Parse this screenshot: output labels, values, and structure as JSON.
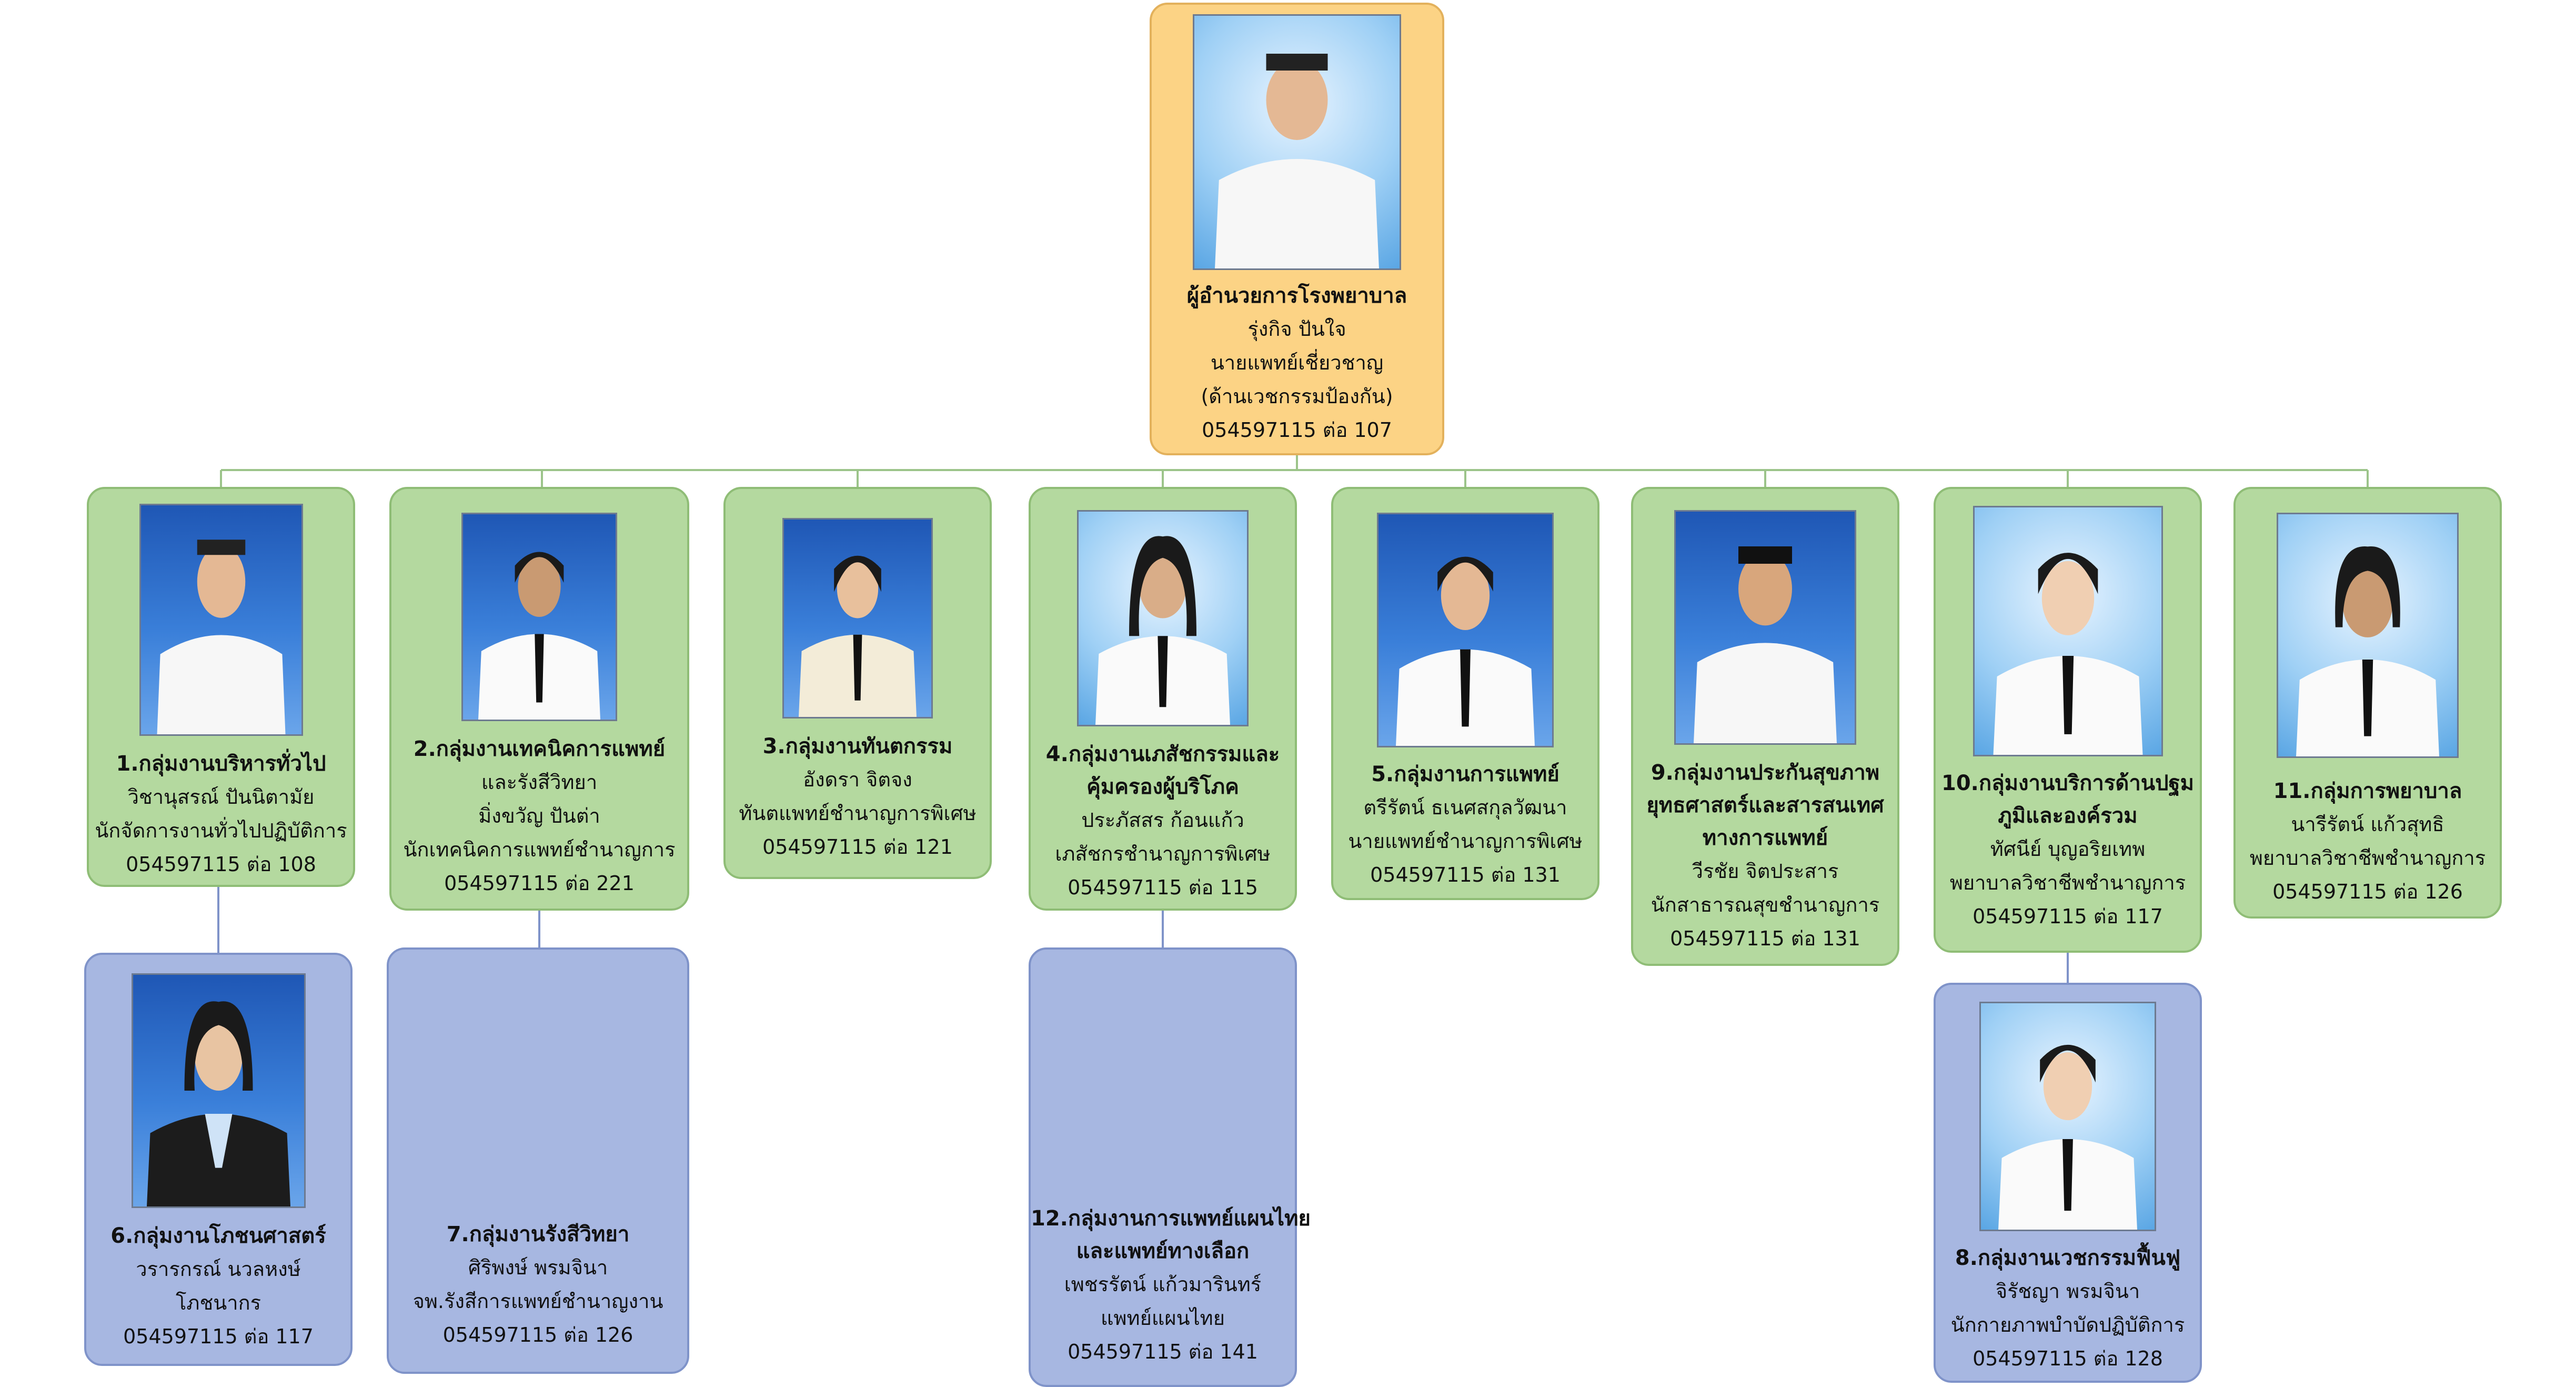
{
  "director": {
    "title": "ผู้อำนวยการโรงพยาบาล",
    "name": "รุ่งกิจ ปันใจ",
    "position": "นายแพทย์เชี่ยวชาญ",
    "field": "(ด้านเวชกรรมป้องกัน)",
    "phone": "054597115 ต่อ 107"
  },
  "groups": [
    {
      "title": "1.กลุ่มงานบริหารทั่วไป",
      "lines": [
        "วิชานุสรณ์ ปันนิตามัย",
        "นักจัดการงานทั่วไปปฏิบัติการ",
        "054597115 ต่อ 108"
      ]
    },
    {
      "title": "2.กลุ่มงานเทคนิคการแพทย์",
      "lines": [
        "และรังสีวิทยา",
        "มิ่งขวัญ ปันต่า",
        "นักเทคนิคการแพทย์ชำนาญการ",
        "054597115 ต่อ 221"
      ]
    },
    {
      "title": "3.กลุ่มงานทันตกรรม",
      "lines": [
        "อังดรา จิตจง",
        "ทันตแพทย์ชำนาญการพิเศษ",
        "054597115 ต่อ 121"
      ]
    },
    {
      "title": "4.กลุ่มงานเภสัชกรรมและ",
      "title2": "คุ้มครองผู้บริโภค",
      "lines": [
        "ประภัสสร ก้อนแก้ว",
        "เภสัชกรชำนาญการพิเศษ",
        "054597115 ต่อ 115"
      ]
    },
    {
      "title": "5.กลุ่มงานการแพทย์",
      "lines": [
        "ตรีรัตน์ ธเนศสกุลวัฒนา",
        "นายแพทย์ชำนาญการพิเศษ",
        "054597115 ต่อ 131"
      ]
    },
    {
      "title": "9.กลุ่มงานประกันสุขภาพ",
      "title2": "ยุทธศาสตร์และสารสนเทศ",
      "title3": "ทางการแพทย์",
      "lines": [
        "วีรชัย จิตประสาร",
        "นักสาธารณสุขชำนาญการ",
        "054597115 ต่อ 131"
      ]
    },
    {
      "title": "10.กลุ่มงานบริการด้านปฐม",
      "title2": "ภูมิและองค์รวม",
      "lines": [
        "ทัศนีย์ บุญอริยเทพ",
        "พยาบาลวิชาชีพชำนาญการ",
        "054597115 ต่อ 117"
      ]
    },
    {
      "title": "11.กลุ่มการพยาบาล",
      "lines": [
        "นารีรัตน์ แก้วสุทธิ",
        "พยาบาลวิชาชีพชำนาญการ",
        "054597115 ต่อ 126"
      ]
    }
  ],
  "subgroups": [
    {
      "title": "6.กลุ่มงานโภชนศาสตร์",
      "lines": [
        "วรารกรณ์ นวลหงษ์",
        "โภชนากร",
        "054597115 ต่อ 117"
      ]
    },
    {
      "title": "7.กลุ่มงานรังสีวิทยา",
      "lines": [
        "ศิริพงษ์ พรมจินา",
        "จพ.รังสีการแพทย์ชำนาญงาน",
        "054597115 ต่อ 126"
      ]
    },
    {
      "title": "12.กลุ่มงานการแพทย์แผนไทย",
      "title2": "และแพทย์ทางเลือก",
      "lines": [
        "เพชรรัตน์  แก้วมารินทร์",
        "แพทย์แผนไทย",
        "054597115 ต่อ 141"
      ]
    },
    {
      "title": "8.กลุ่มงานเวชกรรมฟื้นฟู",
      "lines": [
        "จิรัชญา พรมจินา",
        "นักกายภาพบำบัดปฏิบัติการ",
        "054597115 ต่อ 128"
      ]
    }
  ]
}
